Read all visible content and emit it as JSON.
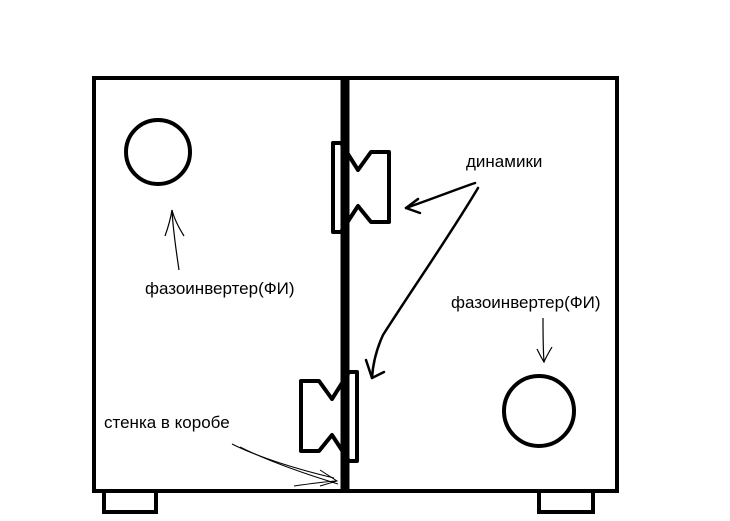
{
  "labels": {
    "left_port": "фазоинвертер(ФИ)",
    "right_port": "фазоинвертер(ФИ)",
    "speakers": "динамики",
    "partition": "стенка в коробе"
  },
  "colors": {
    "ink": "#000000",
    "background": "#ffffff"
  }
}
